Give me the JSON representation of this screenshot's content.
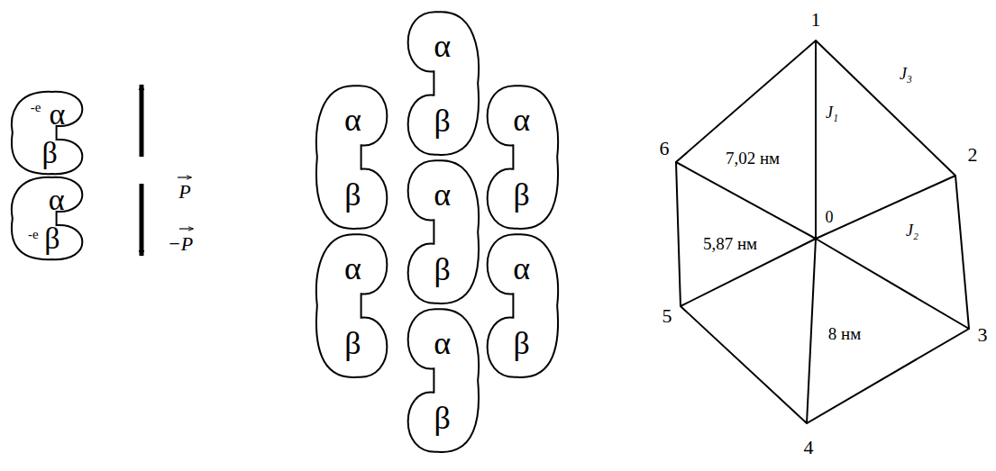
{
  "diagram": {
    "nodes": [
      {
        "text": [
          "-e",
          "α",
          "β"
        ]
      },
      {
        "text": [
          "α",
          "-e",
          "β"
        ]
      },
      {
        "text": [
          "α",
          "β"
        ]
      },
      {
        "text": [
          "α",
          "β"
        ]
      },
      {
        "text": [
          "α",
          "β"
        ]
      },
      {
        "text": [
          "α",
          "β"
        ]
      },
      {
        "text": [
          "α",
          "β"
        ]
      },
      {
        "text": [
          "α",
          "β"
        ]
      },
      {
        "text": [
          "α",
          "β"
        ]
      }
    ],
    "labels": [
      "P",
      "−P",
      "1",
      "J₃",
      "6",
      "J₁",
      "7,02 нм",
      "2",
      "0",
      "J₂",
      "5",
      "5,87 нм",
      "8 нм",
      "3",
      "4"
    ]
  }
}
